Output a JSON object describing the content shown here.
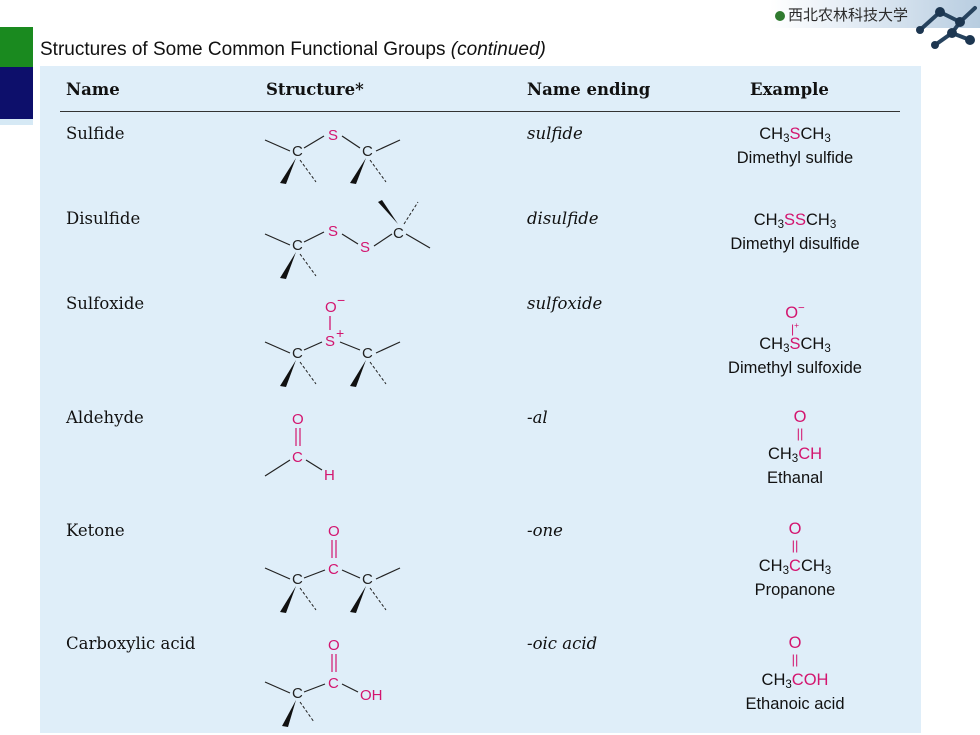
{
  "slide": {
    "title": "Structures of Some Common Functional Groups",
    "title_suffix": "(continued)",
    "logo_text": "西北农林科技大学"
  },
  "table": {
    "headers": [
      "Name",
      "Structure*",
      "Name ending",
      "Example"
    ],
    "rows": [
      {
        "name": "Sulfide",
        "ending": "sulfide",
        "example_name": "Dimethyl sulfide"
      },
      {
        "name": "Disulfide",
        "ending": "disulfide",
        "example_name": "Dimethyl disulfide"
      },
      {
        "name": "Sulfoxide",
        "ending": "sulfoxide",
        "example_name": "Dimethyl sulfoxide"
      },
      {
        "name": "Aldehyde",
        "ending": "-al",
        "example_name": "Ethanal"
      },
      {
        "name": "Ketone",
        "ending": "-one",
        "example_name": "Propanone"
      },
      {
        "name": "Carboxylic acid",
        "ending": "-oic acid",
        "example_name": "Ethanoic acid"
      }
    ]
  },
  "colors": {
    "accent": "#d3156f",
    "panel": "#dfeef9",
    "green_block": "#1a8a1f",
    "navy_block": "#0d0f6b"
  }
}
